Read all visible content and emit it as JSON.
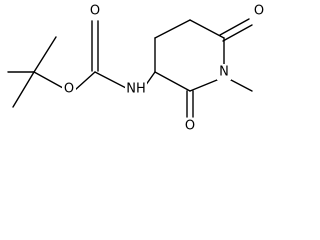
{
  "molecule": {
    "atoms": {
      "carbamate_o_ether": "O",
      "carbamate_o_carbonyl": "O",
      "carbamate_nh": "NH",
      "ring_n": "N",
      "ring_o_c2": "O",
      "ring_o_c6": "O"
    },
    "colors": {
      "bond": "#000000",
      "label": "#000000",
      "background": "#ffffff"
    }
  }
}
